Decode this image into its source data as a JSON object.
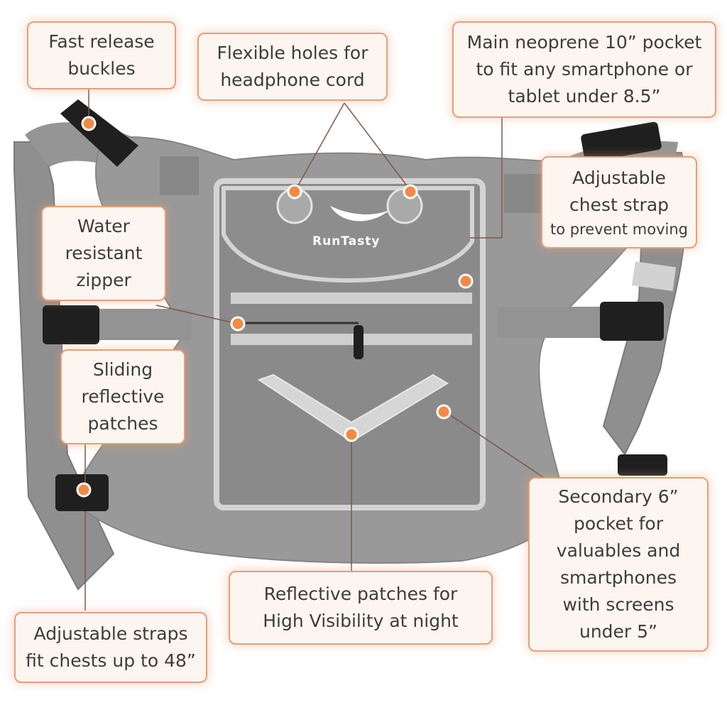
{
  "product": {
    "brand": "RunTasty",
    "colors": {
      "fabric": "#8e8e8e",
      "reflective": "#d4d4d4",
      "buckle": "#1f1f1f",
      "callout_border": "#e3a07b",
      "callout_fill": "#fdf5ef",
      "marker": "#f28a45"
    }
  },
  "callouts": {
    "fast_release": {
      "lines": [
        "Fast release",
        "buckles"
      ]
    },
    "flexible_holes": {
      "lines": [
        "Flexible holes for",
        "headphone cord"
      ]
    },
    "main_pocket": {
      "lines": [
        "Main neoprene 10” pocket",
        "to fit any smartphone or",
        "tablet under 8.5”"
      ]
    },
    "chest_strap": {
      "lines": [
        "Adjustable",
        "chest strap",
        "to prevent moving"
      ]
    },
    "zipper": {
      "lines": [
        "Water",
        "resistant",
        "zipper"
      ]
    },
    "sliding_patches": {
      "lines": [
        "Sliding",
        "reflective",
        "patches"
      ]
    },
    "reflective_night": {
      "lines": [
        "Reflective patches for",
        "High Visibility at night"
      ]
    },
    "adjustable_straps": {
      "lines": [
        "Adjustable straps",
        "fit chests up to 48”"
      ]
    },
    "secondary_pocket": {
      "lines": [
        "Secondary 6”",
        "pocket for",
        "valuables and",
        "smartphones",
        "with screens",
        "under 5”"
      ]
    }
  }
}
